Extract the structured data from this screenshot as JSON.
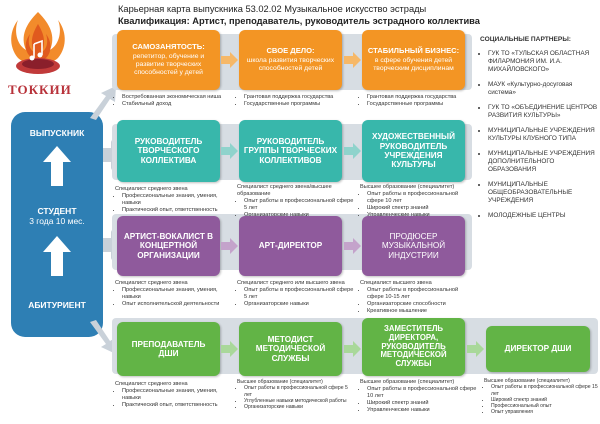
{
  "header": {
    "line1": "Карьерная карта выпускника 53.02.02 Музыкальное искусство эстрады",
    "line2": "Квалификация: Артист, преподаватель, руководитель эстрадного коллектива"
  },
  "logo": {
    "text": "ТОККИИ"
  },
  "left": {
    "graduate": "ВЫПУСКНИК",
    "student_line1": "СТУДЕНТ",
    "student_line2": "3 года 10 мес.",
    "applicant": "АБИТУРИЕНТ"
  },
  "rows": [
    {
      "boxes": [
        {
          "head": "САМОЗАНЯТОСТЬ:",
          "sub": "репетитор, обучение и развитие творческих способностей у детей",
          "notes": [
            "Востребованная экономическая ниша",
            "Стабильный доход"
          ]
        },
        {
          "head": "СВОЕ ДЕЛО:",
          "sub": "школа развития творческих способностей детей",
          "notes": [
            "Грантовая поддержка государства",
            "Государственные программы"
          ]
        },
        {
          "head": "СТАБИЛЬНЫЙ БИЗНЕС:",
          "sub": "в сфере обучения детей творческим дисциплинам",
          "notes": [
            "Грантовая поддержка государства",
            "Государственные программы"
          ]
        }
      ]
    },
    {
      "boxes": [
        {
          "head": "РУКОВОДИТЕЛЬ ТВОРЧЕСКОГО КОЛЛЕКТИВА",
          "lead": "Специалист среднего звена",
          "notes": [
            "Профессиональные знания, умения, навыки",
            "Практический опыт, ответственность"
          ]
        },
        {
          "head": "РУКОВОДИТЕЛЬ ГРУППЫ ТВОРЧЕСКИХ КОЛЛЕКТИВОВ",
          "lead": "Специалист среднего звена/высшее образование",
          "notes": [
            "Опыт работы в профессиональной сфере 5 лет",
            "Организаторские навыки"
          ]
        },
        {
          "head": "ХУДОЖЕСТВЕННЫЙ РУКОВОДИТЕЛЬ УЧРЕЖДЕНИЯ КУЛЬТУРЫ",
          "lead": "Высшее образование (специалитет)",
          "notes": [
            "Опыт работы в профессиональной сфере 10 лет",
            "Широкий спектр знаний",
            "Управленческие навыки"
          ]
        }
      ]
    },
    {
      "boxes": [
        {
          "head": "АРТИСТ-ВОКАЛИСТ В КОНЦЕРТНОЙ ОРГАНИЗАЦИИ",
          "lead": "Специалист среднего звена",
          "notes": [
            "Профессиональные знания, умения, навыки",
            "Опыт исполнительской деятельности"
          ]
        },
        {
          "head": "АРТ-ДИРЕКТОР",
          "lead": "Специалист среднего или высшего звена",
          "notes": [
            "Опыт работы в профессиональной сфере 5 лет",
            "Организаторские навыки"
          ]
        },
        {
          "head": "ПРОДЮСЕР МУЗЫКАЛЬНОЙ ИНДУСТРИИ",
          "lead": "Специалист высшего звена",
          "notes": [
            "Опыт работы в профессиональной сфере 10-15 лет",
            "Организаторские способности",
            "Креативное мышление"
          ]
        }
      ]
    },
    {
      "boxes": [
        {
          "head": "ПРЕПОДАВАТЕЛЬ ДШИ",
          "lead": "Специалист среднего звена",
          "notes": [
            "Профессиональные знания, умения, навыки",
            "Практический опыт, ответственность"
          ]
        },
        {
          "head": "МЕТОДИСТ МЕТОДИЧЕСКОЙ СЛУЖБЫ",
          "lead": "Высшее образование (специалитет)",
          "notes": [
            "Опыт работы в профессиональной сфере 5 лет",
            "Углубленные навыки методической работы",
            "Организаторские навыки"
          ]
        },
        {
          "head": "ЗАМЕСТИТЕЛЬ ДИРЕКТОРА, РУКОВОДИТЕЛЬ МЕТОДИЧЕСКОЙ СЛУЖБЫ",
          "lead": "Высшее образование (специалитет)",
          "notes": [
            "Опыт работы в профессиональной сфере 10 лет",
            "Широкий спектр знаний",
            "Управленческие навыки"
          ]
        },
        {
          "head": "ДИРЕКТОР ДШИ",
          "lead": "Высшее образование (специалитет)",
          "notes": [
            "Опыт работы в профессиональной сфере 15 лет",
            "Широкий спектр знаний",
            "Профессиональный опыт",
            "Опыт управления"
          ]
        }
      ]
    }
  ],
  "partners": {
    "heading": "СОЦИАЛЬНЫЕ ПАРТНЕРЫ:",
    "items": [
      "ГУК ТО «ТУЛЬСКАЯ ОБЛАСТНАЯ ФИЛАРМОНИЯ ИМ. И.А. МИХАЙЛОВСКОГО»",
      "МАУК «Культурно-досуговая система»",
      "ГУК ТО «ОБЪЕДИНЕНИЕ ЦЕНТРОВ РАЗВИТИЯ КУЛЬТУРЫ»",
      "МУНИЦИПАЛЬНЫЕ УЧРЕЖДЕНИЯ КУЛЬТУРЫ КЛУБНОГО ТИПА",
      "МУНИЦИПАЛЬНЫЕ УЧРЕЖДЕНИЯ ДОПОЛНИТЕЛЬНОГО ОБРАЗОВАНИЯ",
      "МУНИЦИПАЛЬНЫЕ ОБЩЕОБРАЗОВАТЕЛЬНЫЕ УЧРЕЖДЕНИЯ",
      "МОЛОДЕЖНЫЕ ЦЕНТРЫ"
    ]
  },
  "colors": {
    "orange": "#f39524",
    "teal": "#38b7ab",
    "purple": "#8f5a9c",
    "green": "#62b446",
    "blue": "#2e7fb4"
  }
}
